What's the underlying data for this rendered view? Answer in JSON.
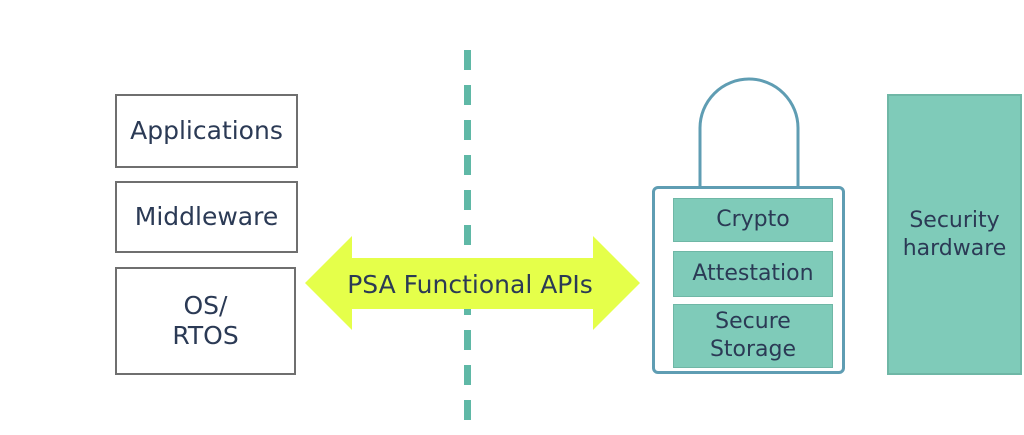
{
  "left_stack": {
    "applications": "Applications",
    "middleware": "Middleware",
    "os_rtos": "OS/\nRTOS"
  },
  "api_arrow": {
    "label": "PSA Functional APIs",
    "color": "#e5ff4a"
  },
  "secure_lock": {
    "items": [
      "Crypto",
      "Attestation",
      "Secure\nStorage"
    ]
  },
  "security_hardware": "Security\nhardware",
  "colors": {
    "teal": "#7fcbb9",
    "lock_outline": "#5f9db3",
    "divider": "#5fb8a6",
    "box_border": "#6f6f6f",
    "text": "#2b3a55"
  }
}
